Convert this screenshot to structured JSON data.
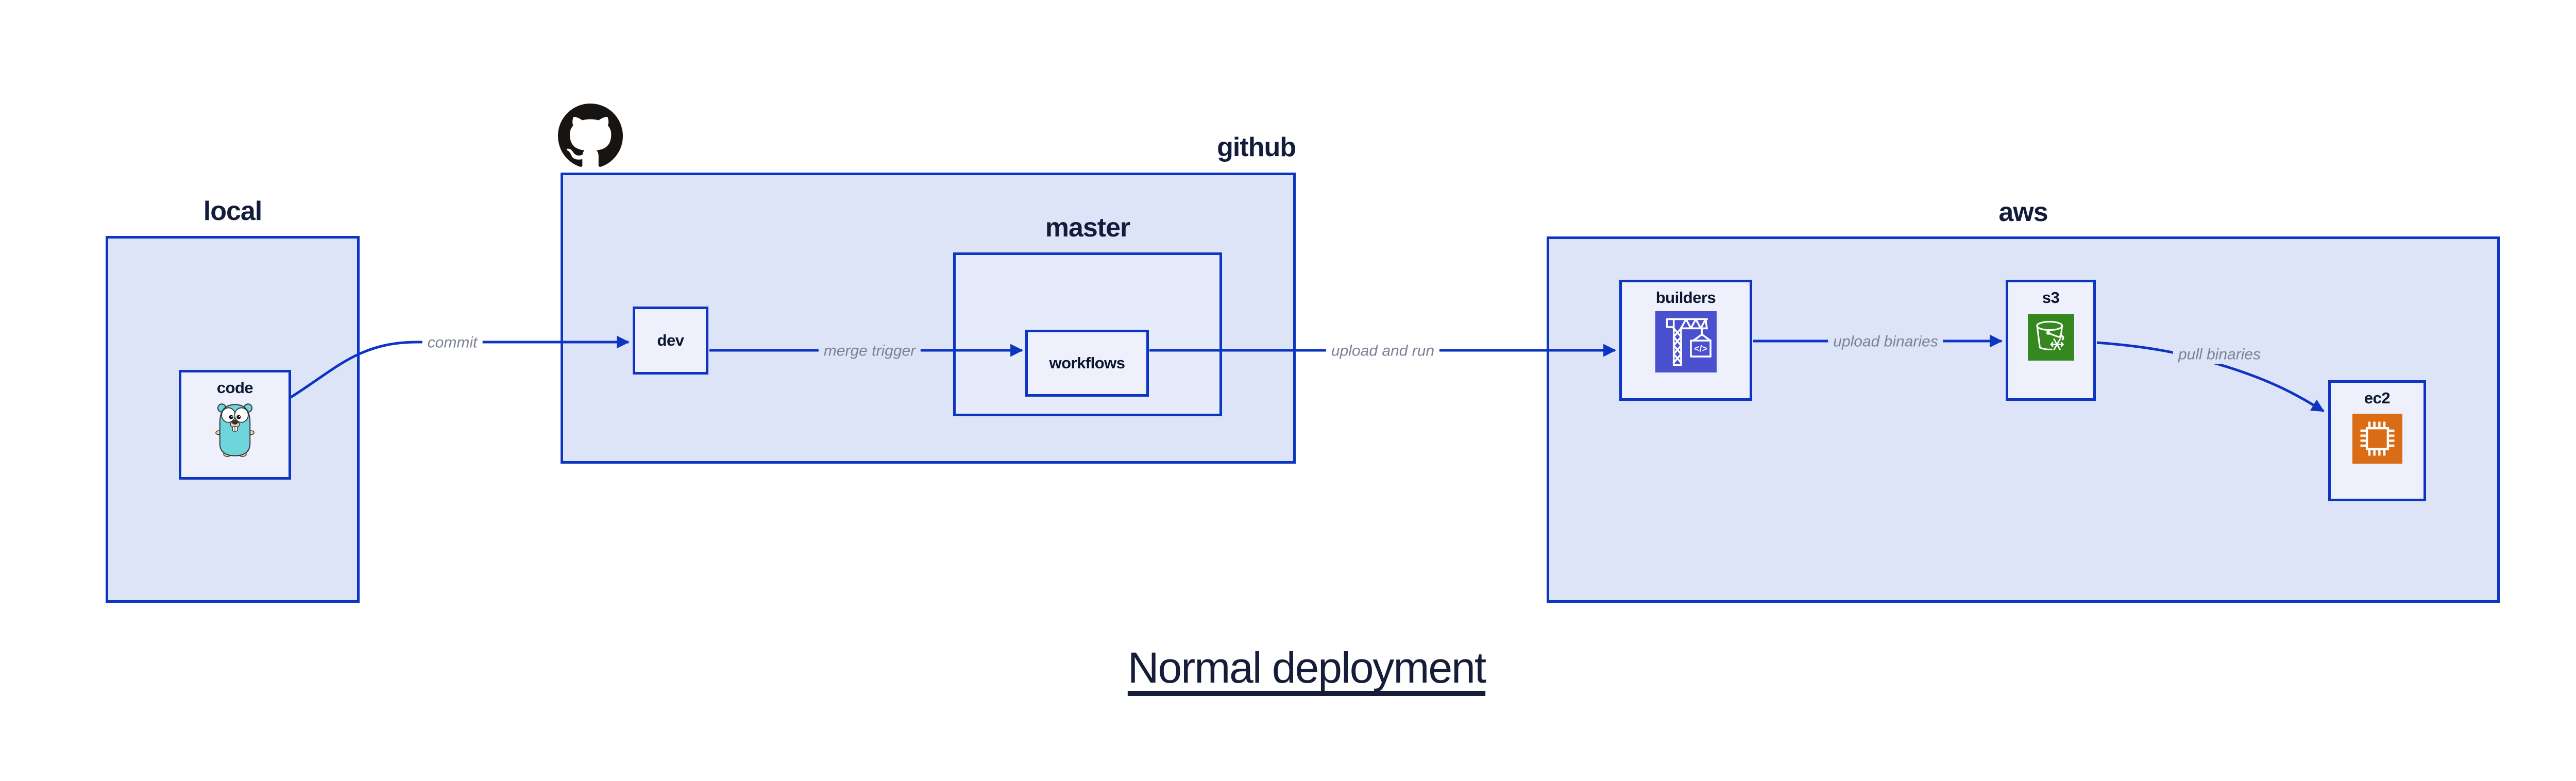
{
  "diagram_title": "Normal deployment",
  "colors": {
    "accent_blue": "#0d35c4",
    "container_fill": "#dde4f8",
    "master_fill": "#e7ecfa",
    "node_fill": "#eef1fc",
    "label_navy": "#0c1631",
    "edge_label_gray": "#7b8296",
    "codebuild_indigo": "#4a50ce",
    "s3_glacier_green": "#35881f",
    "ec2_orange": "#d96c15",
    "gopher_teal": "#6fd5dd",
    "octocat_black": "#171412"
  },
  "containers": {
    "local": {
      "label": "local"
    },
    "github": {
      "label": "github"
    },
    "master": {
      "label": "master"
    },
    "aws": {
      "label": "aws"
    }
  },
  "nodes": {
    "code": {
      "label": "code",
      "icon": "go-gopher-icon"
    },
    "dev": {
      "label": "dev"
    },
    "workflows": {
      "label": "workflows"
    },
    "builders": {
      "label": "builders",
      "icon": "codebuild-crane-icon"
    },
    "s3": {
      "label": "s3",
      "icon": "s3-glacier-bucket-icon"
    },
    "ec2": {
      "label": "ec2",
      "icon": "ec2-chip-icon"
    }
  },
  "edges": {
    "commit": {
      "label": "commit",
      "from": "code",
      "to": "dev"
    },
    "merge_trigger": {
      "label": "merge trigger",
      "from": "dev",
      "to": "workflows"
    },
    "upload_and_run": {
      "label": "upload and run",
      "from": "workflows",
      "to": "builders"
    },
    "upload_binaries": {
      "label": "upload binaries",
      "from": "builders",
      "to": "s3"
    },
    "pull_binaries": {
      "label": "pull binaries",
      "from": "s3",
      "to": "ec2"
    }
  }
}
